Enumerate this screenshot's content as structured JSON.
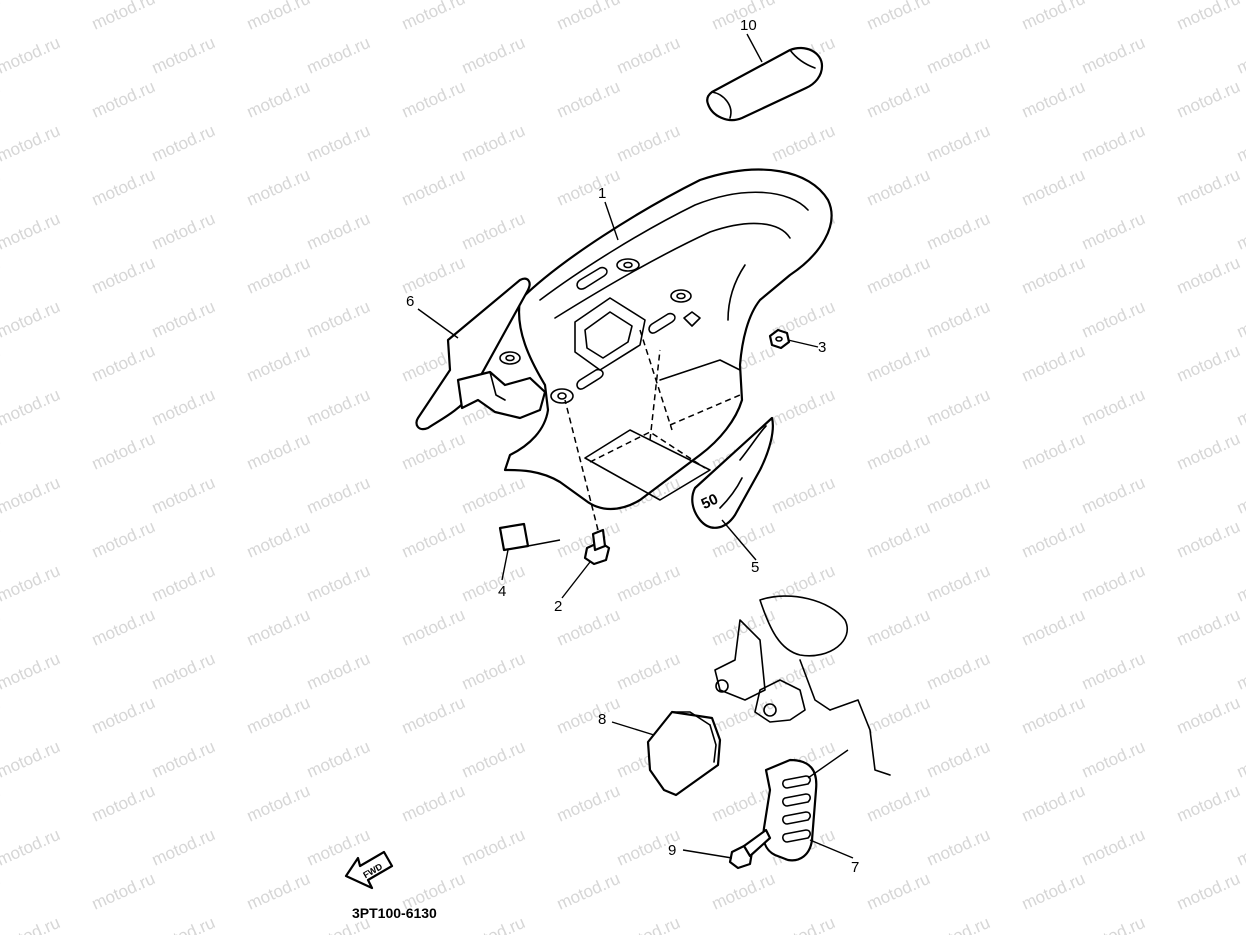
{
  "watermark": "motod.ru",
  "diagram_code": "3PT100-6130",
  "fwd_label": "FWD",
  "callouts": [
    {
      "id": "c1",
      "label": "1"
    },
    {
      "id": "c2",
      "label": "2"
    },
    {
      "id": "c3",
      "label": "3"
    },
    {
      "id": "c4",
      "label": "4"
    },
    {
      "id": "c5",
      "label": "5"
    },
    {
      "id": "c6",
      "label": "6"
    },
    {
      "id": "c7",
      "label": "7"
    },
    {
      "id": "c8",
      "label": "8"
    },
    {
      "id": "c9",
      "label": "9"
    },
    {
      "id": "c10",
      "label": "10"
    }
  ],
  "emblem_text": "50"
}
